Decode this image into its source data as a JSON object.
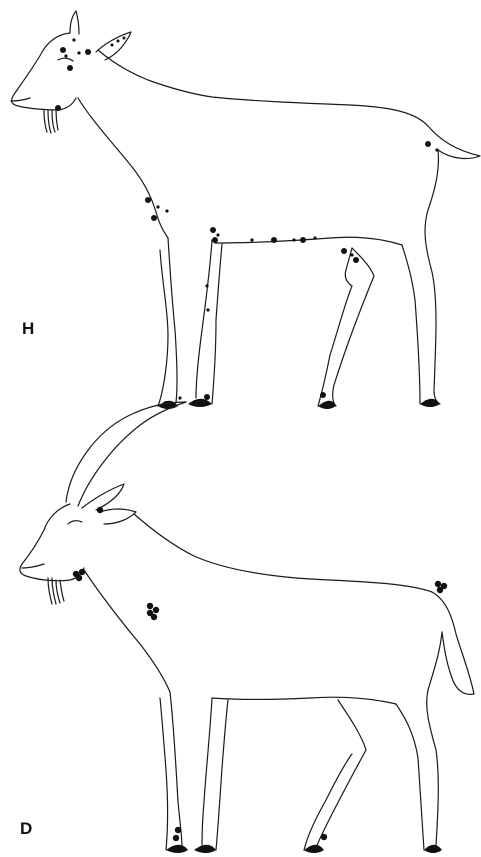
{
  "figure": {
    "panels": [
      {
        "label": "H",
        "subject": "goat-side-view-upright-ears",
        "marker_count_large": 17,
        "marker_count_small": 17
      },
      {
        "label": "D",
        "subject": "goat-side-view-long-horns",
        "marker_count_large": 14,
        "marker_count_small": 0
      }
    ],
    "colors": {
      "ink": "#111111",
      "background": "#ffffff"
    }
  }
}
